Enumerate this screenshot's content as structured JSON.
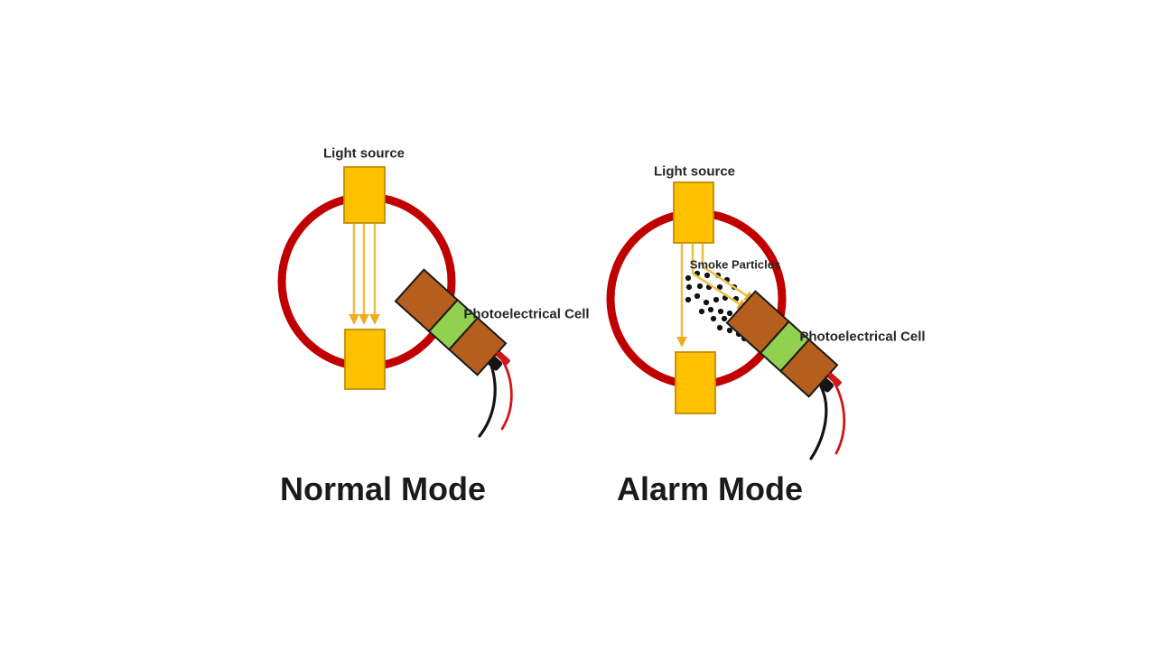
{
  "slide": {
    "background": "#ffffff",
    "panels": [
      {
        "id": "normal",
        "mode_title": "Normal Mode",
        "light_source_label": "Light source",
        "cell_label": "Photoelectrical Cell"
      },
      {
        "id": "alarm",
        "mode_title": "Alarm Mode",
        "light_source_label": "Light source",
        "cell_label": "Photoelectrical Cell",
        "smoke_label": "Smoke Particles"
      }
    ]
  },
  "colors": {
    "slide_bg": "#ffffff",
    "chamber_red": "#C00000",
    "source_yellow": "#FFC000",
    "source_border": "#BF8F00",
    "beam_gold": "#E8C24E",
    "arrowhead_gold": "#EBAD21",
    "cell_brown": "#B65E1E",
    "cell_green": "#92D050",
    "wire_black": "#141414",
    "wire_red": "#D01616",
    "text_dark": "#262626"
  },
  "smoke_particles": {
    "dot_radius": 3.1,
    "points": [
      [
        762,
        308
      ],
      [
        772,
        303
      ],
      [
        783,
        305
      ],
      [
        795,
        305
      ],
      [
        805,
        310
      ],
      [
        763,
        318
      ],
      [
        775,
        317
      ],
      [
        785,
        318
      ],
      [
        797,
        318
      ],
      [
        813,
        318
      ],
      [
        762,
        332
      ],
      [
        772,
        328
      ],
      [
        782,
        335
      ],
      [
        793,
        332
      ],
      [
        803,
        330
      ],
      [
        815,
        331
      ],
      [
        777,
        345
      ],
      [
        787,
        343
      ],
      [
        798,
        345
      ],
      [
        808,
        347
      ],
      [
        820,
        343
      ],
      [
        790,
        353
      ],
      [
        802,
        353
      ],
      [
        812,
        355
      ],
      [
        797,
        363
      ],
      [
        808,
        366
      ],
      [
        818,
        370
      ],
      [
        824,
        375
      ]
    ]
  }
}
